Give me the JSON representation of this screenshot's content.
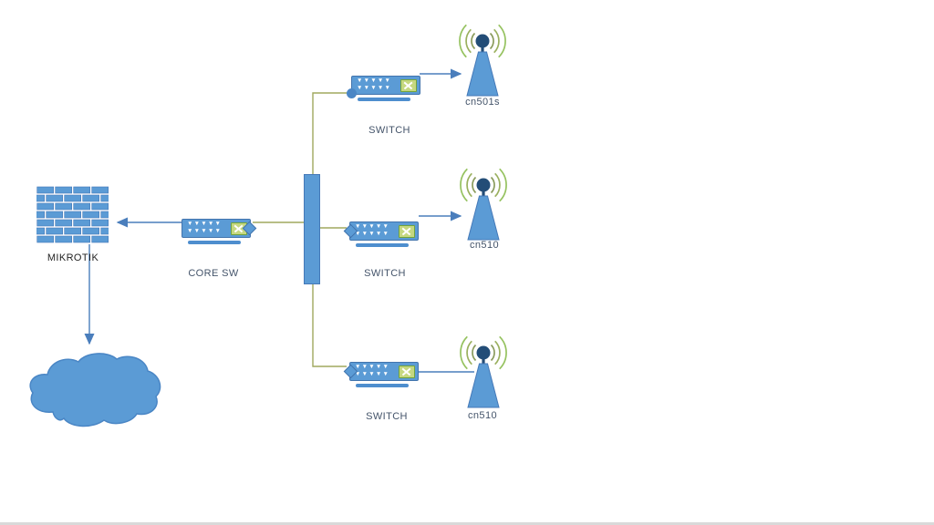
{
  "labels": {
    "mikrotik": "MIKROTIK",
    "core_switch": "CORE SW",
    "switch": "SWITCH",
    "antenna_top": "cn501s",
    "antenna_mid": "cn510",
    "antenna_bottom": "cn510"
  },
  "icons": {
    "firewall": "brick-wall-icon",
    "switch": "ethernet-switch-icon",
    "antenna": "wireless-antenna-icon",
    "cloud": "cloud-icon",
    "backbone": "backbone-bar"
  },
  "connections": [
    {
      "from": "core-switch",
      "to": "mikrotik-firewall",
      "style": "blue-arrow"
    },
    {
      "from": "mikrotik-firewall",
      "to": "cloud",
      "style": "blue-arrow"
    },
    {
      "from": "core-switch",
      "to": "backbone-bar",
      "style": "olive-line"
    },
    {
      "from": "backbone-bar",
      "to": "switch-top",
      "style": "olive-line"
    },
    {
      "from": "backbone-bar",
      "to": "switch-middle",
      "style": "olive-line"
    },
    {
      "from": "backbone-bar",
      "to": "switch-bottom",
      "style": "olive-line"
    },
    {
      "from": "switch-top",
      "to": "antenna-cn501s",
      "style": "blue-arrow"
    },
    {
      "from": "switch-middle",
      "to": "antenna-cn510-middle",
      "style": "blue-arrow"
    },
    {
      "from": "switch-bottom",
      "to": "antenna-cn510-bottom",
      "style": "blue-line"
    }
  ],
  "colors": {
    "shape_blue": "#5b9bd5",
    "shape_border": "#4579b8",
    "connector_blue": "#4a7ebc",
    "connector_olive": "#a0a85f",
    "antenna_cap": "#234d77",
    "xbox_bg": "#c5d880",
    "xbox_border": "#71a33c",
    "label_color": "#44546a"
  }
}
